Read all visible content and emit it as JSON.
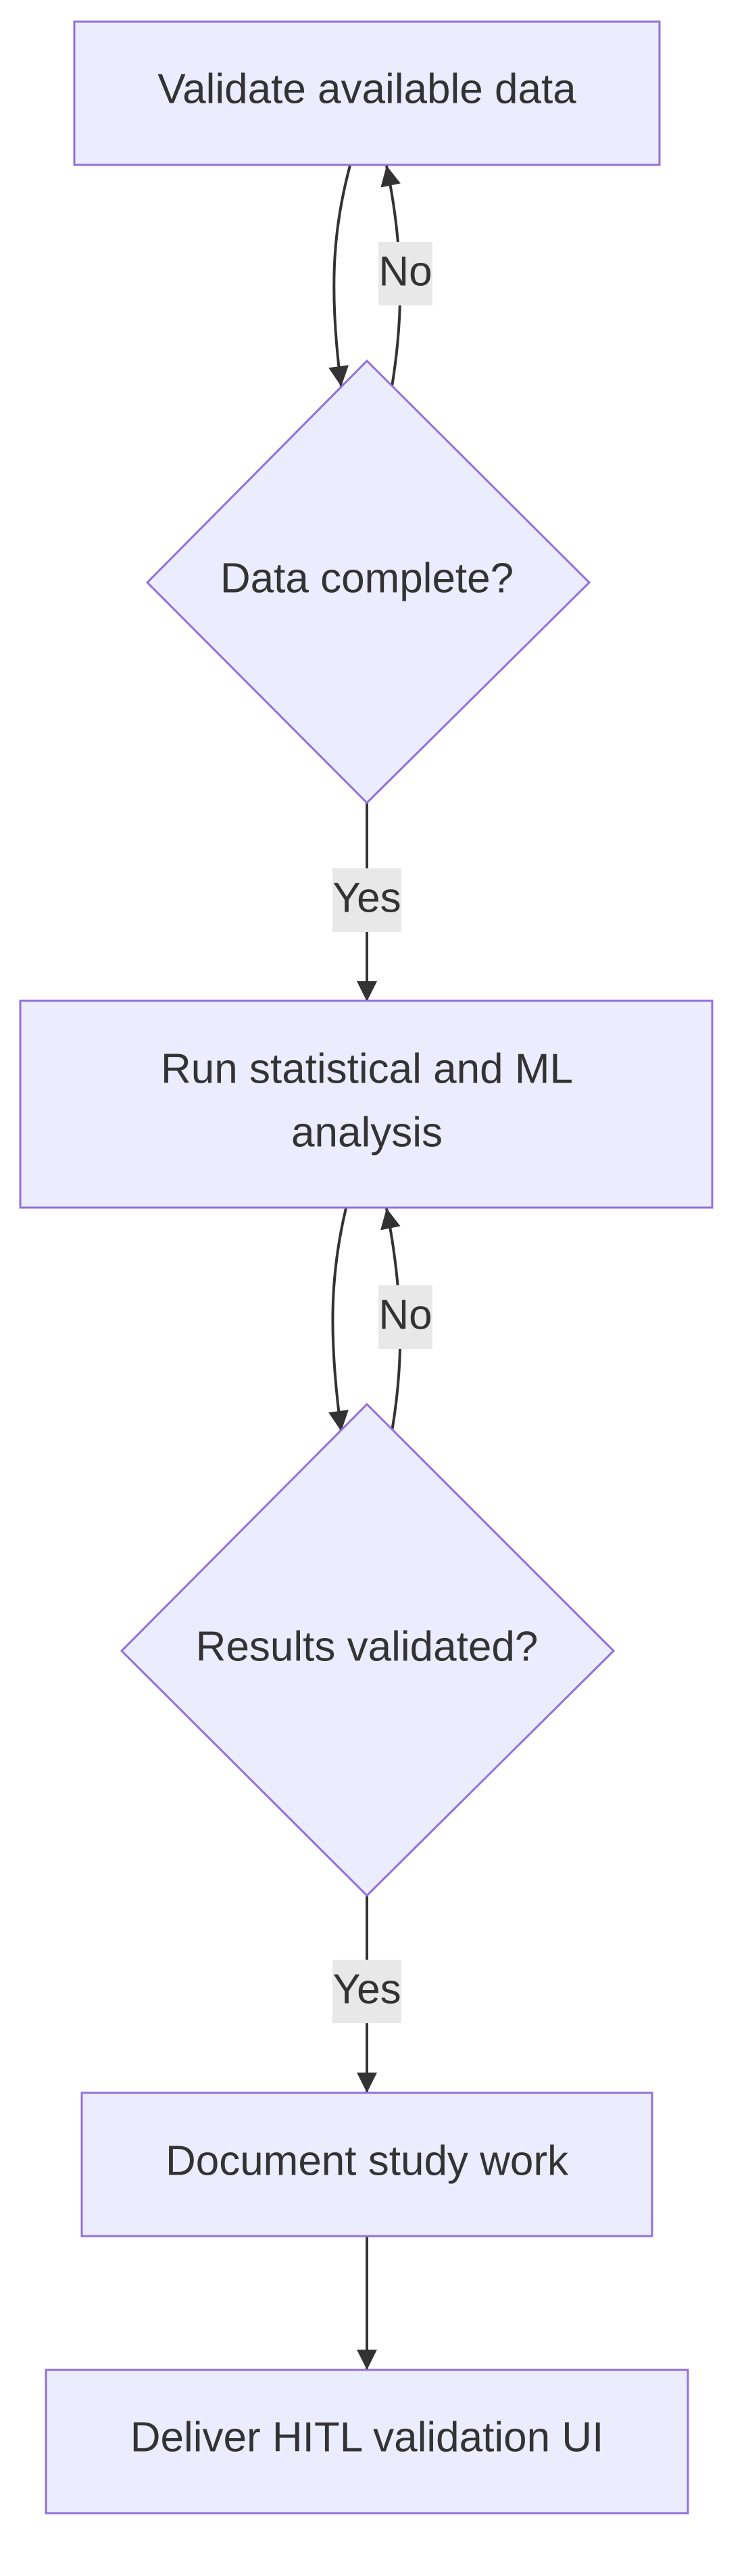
{
  "colors": {
    "node_fill": "#ECECFF",
    "node_stroke": "#9370DB",
    "edge_stroke": "#333333",
    "label_bg": "#E8E8E8",
    "text": "#333333"
  },
  "nodes": {
    "validate": {
      "label": "Validate available data",
      "shape": "rect"
    },
    "complete": {
      "label": "Data complete?",
      "shape": "diamond"
    },
    "analysis": {
      "label_line1": "Run statistical and ML",
      "label_line2": "analysis",
      "shape": "rect"
    },
    "results": {
      "label": "Results validated?",
      "shape": "diamond"
    },
    "document": {
      "label": "Document study work",
      "shape": "rect"
    },
    "deliver": {
      "label": "Deliver HITL validation UI",
      "shape": "rect"
    }
  },
  "edges": {
    "complete_to_validate": {
      "label": "No"
    },
    "complete_to_analysis": {
      "label": "Yes"
    },
    "results_to_analysis": {
      "label": "No"
    },
    "results_to_document": {
      "label": "Yes"
    }
  }
}
